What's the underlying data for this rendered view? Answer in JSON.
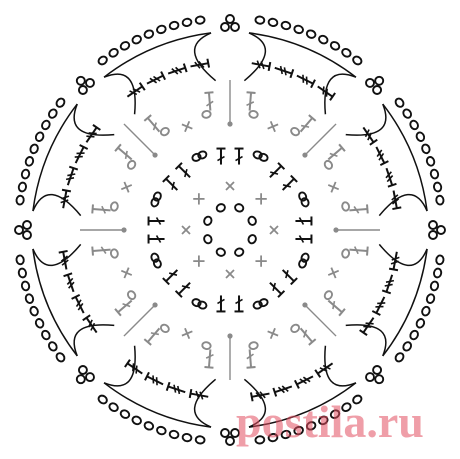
{
  "diagram": {
    "type": "crochet-motif-chart",
    "symmetry": 8,
    "colors": {
      "ink": "#111111",
      "grey": "#8a8a8a",
      "watermark": "#e24e60"
    },
    "legend_icons": [
      "chain-stitch-icon",
      "slip-stitch-icon",
      "single-crochet-icon",
      "double-crochet-icon",
      "picot-icon"
    ]
  },
  "watermark": {
    "text": "postila.ru"
  }
}
